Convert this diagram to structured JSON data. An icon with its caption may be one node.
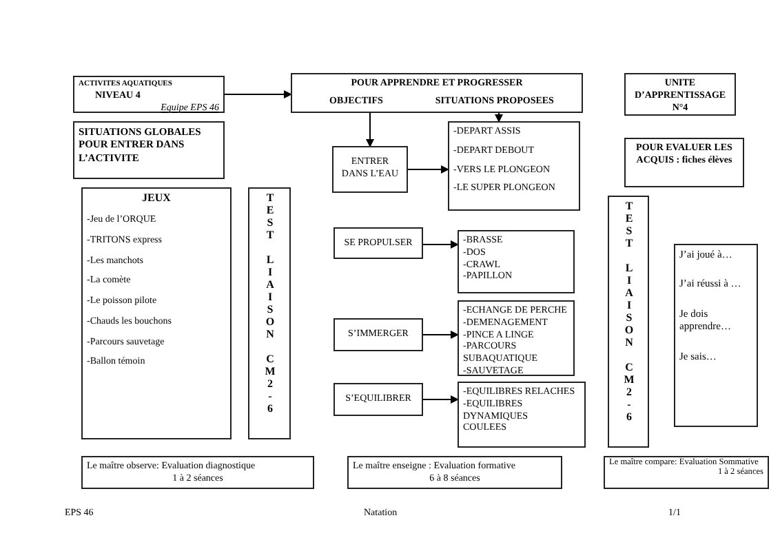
{
  "diagram": {
    "nodes": [
      {
        "text": [
          "ACTIVITES AQUATIQUES",
          "NIVEAU 4",
          "Equipe EPS 46"
        ]
      },
      {
        "text": [
          "POUR APPRENDRE ET PROGRESSER",
          "OBJECTIFS",
          "SITUATIONS PROPOSEES"
        ]
      },
      {
        "text": [
          "UNITE D’APPRENTISSAGE N°4"
        ]
      },
      {
        "text": [
          "SITUATIONS GLOBALES POUR ENTRER DANS L’ACTIVITE"
        ]
      },
      {
        "text": [
          "JEUX",
          "-Jeu de l’ORQUE",
          "-TRITONS express",
          "-Les manchots",
          "-La comète",
          "-Le poisson pilote",
          "-Chauds les bouchons",
          "-Parcours sauvetage",
          "-Ballon témoin"
        ]
      },
      {
        "text": [
          "TEST LIAISON CM2-6"
        ]
      },
      {
        "text": [
          "ENTRER DANS L’EAU"
        ]
      },
      {
        "text": [
          "-DEPART ASSIS",
          "-DEPART DEBOUT",
          "-VERS LE PLONGEON",
          "-LE SUPER PLONGEON"
        ]
      },
      {
        "text": [
          "SE PROPULSER"
        ]
      },
      {
        "text": [
          "-BRASSE",
          "-DOS",
          "-CRAWL",
          "-PAPILLON"
        ]
      },
      {
        "text": [
          "S’IMMERGER"
        ]
      },
      {
        "text": [
          "-ECHANGE DE PERCHE",
          "-DEMENAGEMENT",
          "-PINCE A LINGE",
          "-PARCOURS SUBAQUATIQUE",
          "-SAUVETAGE"
        ]
      },
      {
        "text": [
          "S’EQUILIBRER"
        ]
      },
      {
        "text": [
          "-EQUILIBRES RELACHES",
          "-EQUILIBRES DYNAMIQUES",
          "COULEES"
        ]
      },
      {
        "text": [
          "POUR EVALUER LES ACQUIS : fiches élèves"
        ]
      },
      {
        "text": [
          "TEST LIAISON CM2-6"
        ]
      },
      {
        "text": [
          "J’ai joué à…",
          "J’ai réussi à …",
          "Je dois apprendre…",
          "Je sais…"
        ]
      },
      {
        "text": [
          "Le maître observe: Evaluation diagnostique",
          "1 à 2 séances"
        ]
      },
      {
        "text": [
          "Le maître enseigne : Evaluation formative",
          "6 à 8 séances"
        ]
      },
      {
        "text": [
          "Le maître compare: Evaluation Sommative",
          "1 à 2 séances"
        ]
      }
    ],
    "edges": [
      {
        "from": 0,
        "to": 1,
        "arrow": "to"
      },
      {
        "from": 1,
        "to": 6,
        "arrow": "to"
      },
      {
        "from": 1,
        "to": 7,
        "arrow": "to"
      },
      {
        "from": 6,
        "to": 7,
        "arrow": "to"
      },
      {
        "from": 8,
        "to": 9,
        "arrow": "to"
      },
      {
        "from": 10,
        "to": 11,
        "arrow": "to"
      },
      {
        "from": 12,
        "to": 13,
        "arrow": "to"
      }
    ],
    "labels": [
      "EPS 46",
      "Natation",
      "1/1"
    ]
  }
}
